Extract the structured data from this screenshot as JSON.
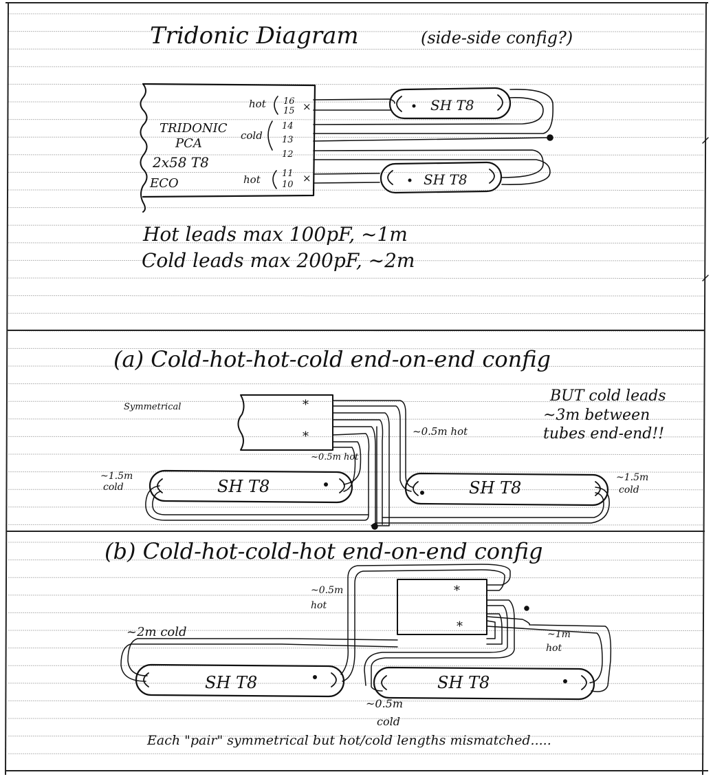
{
  "title": "Tridonic Diagram",
  "title_note": "(side-side config?)",
  "ballast": {
    "lines": [
      "TRIDONIC",
      "PCA",
      "2x58 T8",
      "ECO"
    ],
    "hot_label": "hot",
    "cold_label": "cold",
    "pins_top_hot": [
      "16",
      "15"
    ],
    "pins_cold": [
      "14",
      "13",
      "12"
    ],
    "pins_bottom_hot": [
      "11",
      "10"
    ],
    "marker": "×"
  },
  "tube_labels": {
    "top1": "SH T8",
    "top2": "SH T8",
    "a_left": "SH T8",
    "a_right": "SH T8",
    "b_left": "SH T8",
    "b_right": "SH T8"
  },
  "specs": {
    "hot": "Hot leads max 100pF, ~1m",
    "cold": "Cold leads max 200pF, ~2m"
  },
  "section_a": {
    "heading": "(a) Cold-hot-hot-cold end-on-end config",
    "symmetrical": "Symmetrical",
    "note_line1": "BUT cold leads",
    "note_line2": "~3m between",
    "note_line3": "tubes end-end!!",
    "hot_right": "~0.5m hot",
    "hot_left": "~0.5m hot",
    "cold_left_1": "~1.5m",
    "cold_left_2": "cold",
    "cold_right_1": "~1.5m",
    "cold_right_2": "cold",
    "marker": "*"
  },
  "section_b": {
    "heading": "(b) Cold-hot-cold-hot end-on-end config",
    "hot_top_1": "~0.5m",
    "hot_top_2": "hot",
    "cold_left": "~2m cold",
    "hot_right_1": "~1m",
    "hot_right_2": "hot",
    "cold_bottom_1": "~0.5m",
    "cold_bottom_2": "cold",
    "footer": "Each \"pair\" symmetrical but hot/cold lengths mismatched.....",
    "marker": "*"
  }
}
